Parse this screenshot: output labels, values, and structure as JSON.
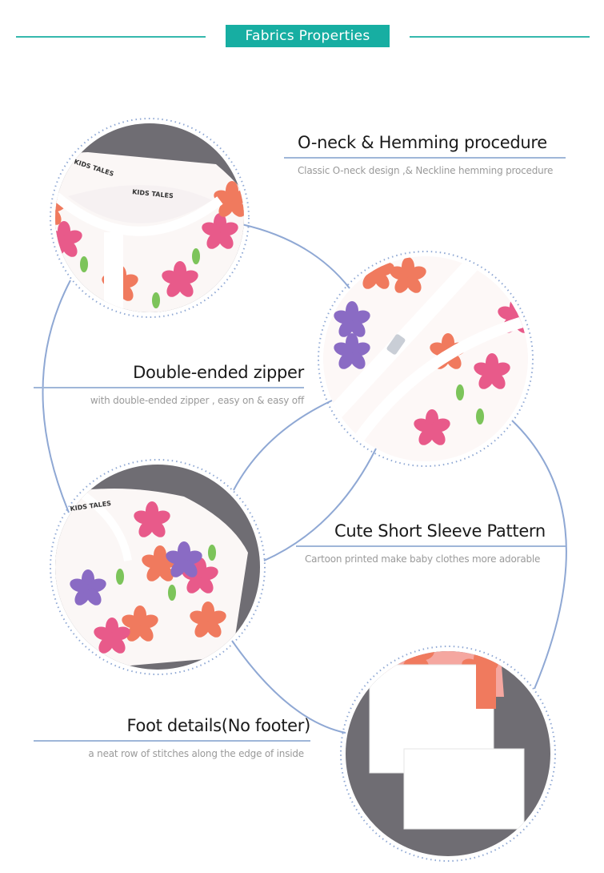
{
  "header": {
    "title": "Fabrics Properties"
  },
  "features": [
    {
      "title": "O-neck & Hemming procedure",
      "desc": "Classic O-neck design ,& Neckline hemming procedure"
    },
    {
      "title": "Double-ended zipper",
      "desc": "with double-ended zipper , easy on & easy off"
    },
    {
      "title": "Cute Short Sleeve Pattern",
      "desc": "Cartoon printed  make baby clothes  more  adorable"
    },
    {
      "title": "Foot details(No footer)",
      "desc": "a neat row of stitches along the edge of inside"
    }
  ],
  "garment_label": {
    "brand": "KIDS TALES"
  },
  "colors": {
    "accent": "#17aea2",
    "connector": "#8fa8d4",
    "backdrop": "#6f6d73",
    "petal_pink": "#e85a8a",
    "petal_coral": "#f07a5e",
    "petal_purple": "#8a6bc4",
    "leaf_green": "#7cc45a"
  }
}
